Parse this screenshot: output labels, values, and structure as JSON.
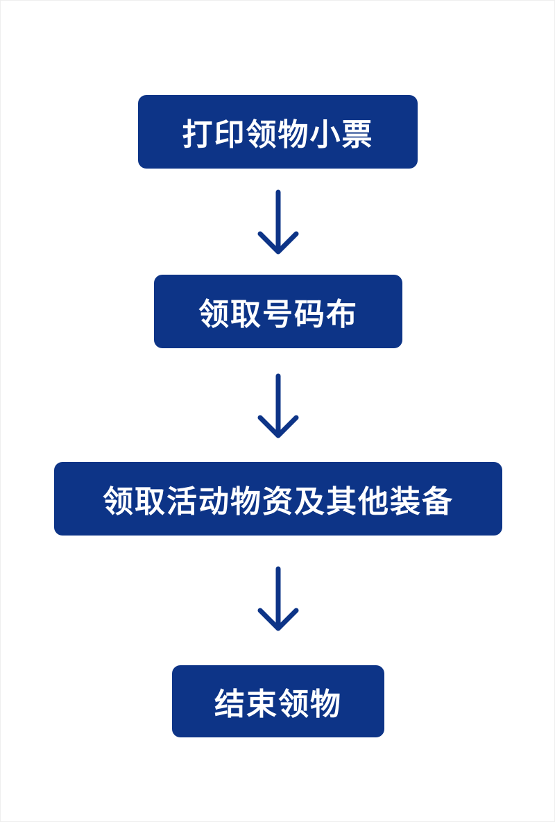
{
  "colors": {
    "box_fill": "#0d3487",
    "box_text": "#ffffff",
    "arrow": "#0d3487",
    "background": "#ffffff"
  },
  "steps": [
    {
      "label": "打印领物小票"
    },
    {
      "label": "领取号码布"
    },
    {
      "label": "领取活动物资及其他装备"
    },
    {
      "label": "结束领物"
    }
  ]
}
